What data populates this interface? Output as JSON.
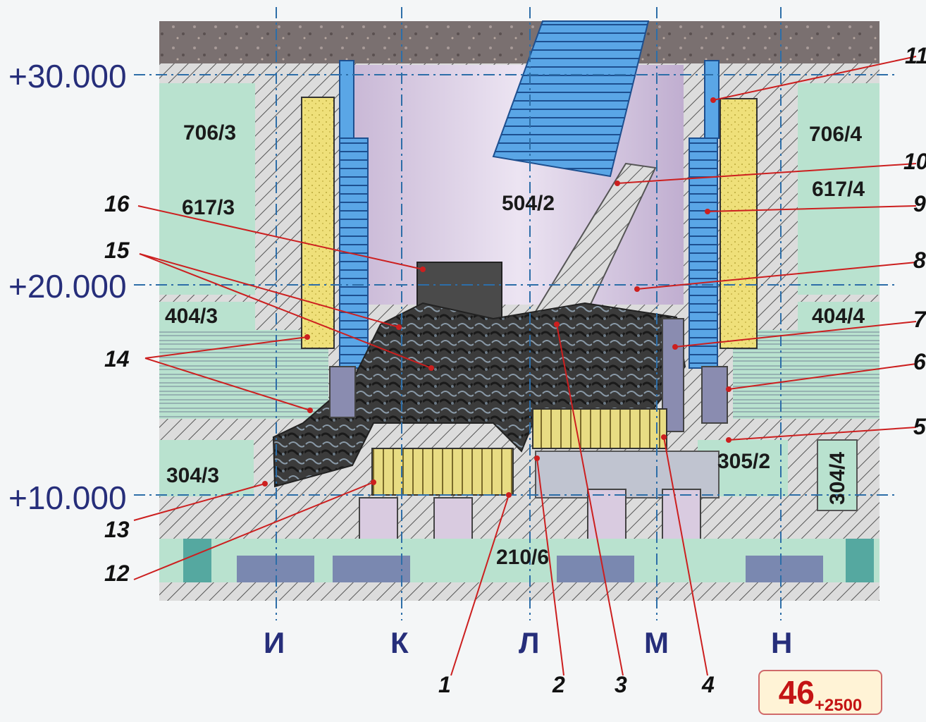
{
  "elevations": [
    "+30.000",
    "+20.000",
    "+10.000"
  ],
  "columns": [
    "И",
    "К",
    "Л",
    "М",
    "Н"
  ],
  "rooms": [
    "706/3",
    "706/4",
    "617/3",
    "617/4",
    "504/2",
    "404/3",
    "404/4",
    "305/2",
    "304/3",
    "304/4",
    "210/6"
  ],
  "callouts": [
    "1",
    "2",
    "3",
    "4",
    "5",
    "6",
    "7",
    "8",
    "9",
    "10",
    "11",
    "12",
    "13",
    "14",
    "15",
    "16"
  ],
  "badge": {
    "main": "46",
    "sub": "+2500"
  },
  "colors": {
    "grid_line": "#2d6ea8",
    "concrete": "#d9d9d9",
    "rooms": "#b9e2cf",
    "shaft": "#d9cbe0",
    "blue_blocks": "#4f9ad8",
    "yellow_fill": "#efe07a",
    "debris": "#2a2a2a",
    "leader_lines": "#cc1f1f",
    "badge_border": "#d06a6a",
    "badge_text": "#c41414"
  }
}
